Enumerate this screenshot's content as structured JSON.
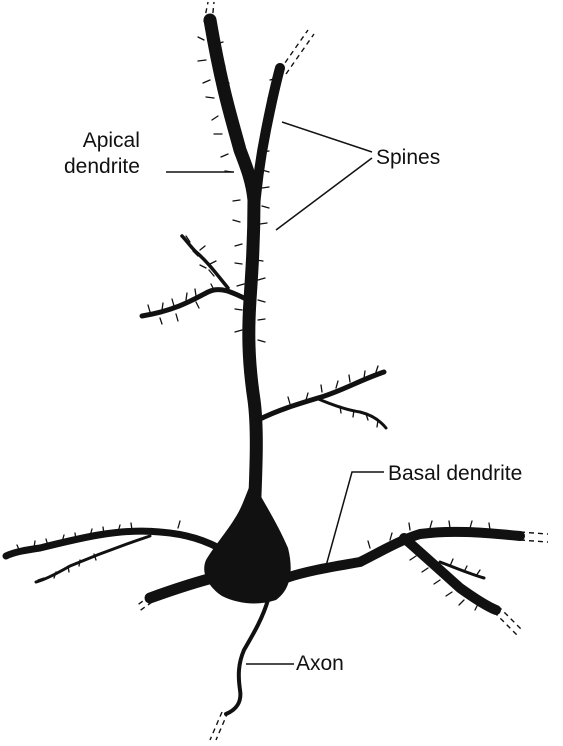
{
  "labels": {
    "apical_line1": "Apical",
    "apical_line2": "dendrite",
    "spines": "Spines",
    "basal": "Basal dendrite",
    "axon": "Axon"
  },
  "colors": {
    "ink": "#111111",
    "background": "#ffffff"
  }
}
